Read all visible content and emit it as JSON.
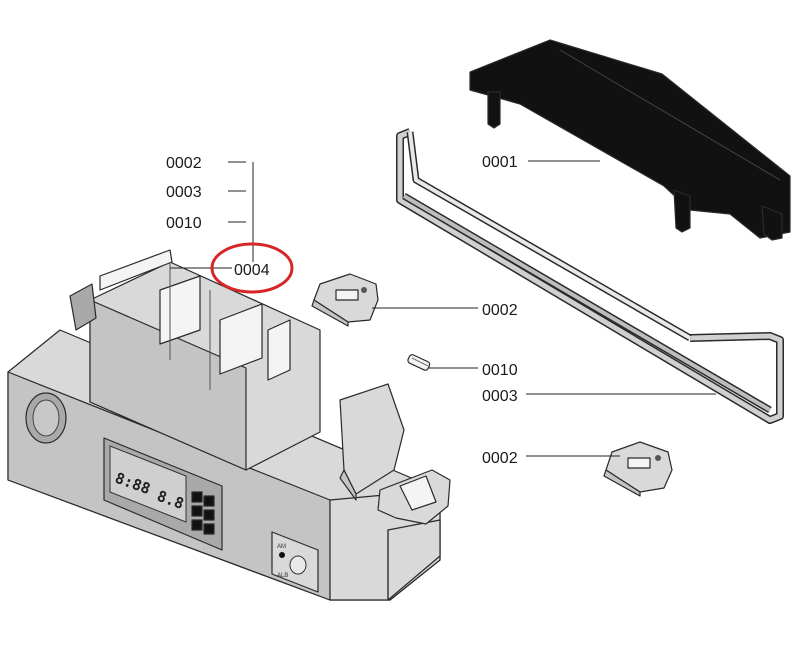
{
  "callouts": {
    "label_0001": "0001",
    "label_0002_top": "0002",
    "label_0003_top": "0003",
    "label_0010_top": "0010",
    "label_0004": "0004",
    "label_0002_mid": "0002",
    "label_0010_mid": "0010",
    "label_0003_mid": "0003",
    "label_0002_low": "0002"
  },
  "display": {
    "digits_left": "8:88",
    "digits_right": "8.8"
  },
  "highlight": {
    "target": "0004",
    "color": "#d62728"
  },
  "colors": {
    "line": "#222222",
    "part_fill": "#d9d9d9",
    "cover_fill": "#111111"
  }
}
